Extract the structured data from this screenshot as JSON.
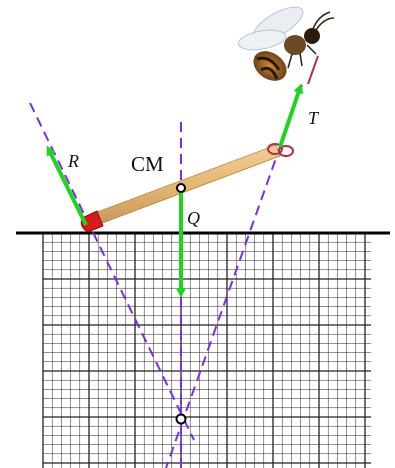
{
  "labels": {
    "r": "R",
    "cm": "CM",
    "q": "Q",
    "t": "T"
  },
  "colors": {
    "force_arrow": "#1fd31f",
    "line_of_action": "#7a2fe0",
    "grid_line": "#222222",
    "surface": "#000000",
    "match_stick": "#e3b774",
    "match_head": "#d81a1a",
    "thread_loop": "#b03050"
  },
  "icons": {
    "insect": "bee-icon"
  }
}
